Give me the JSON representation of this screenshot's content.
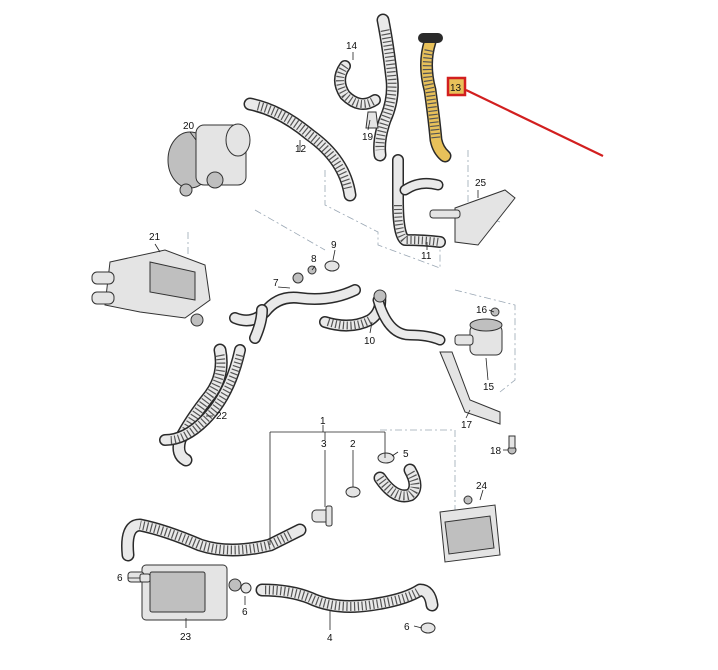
{
  "diagram": {
    "labels": [
      {
        "id": "1",
        "text": "1"
      },
      {
        "id": "2",
        "text": "2"
      },
      {
        "id": "3",
        "text": "3"
      },
      {
        "id": "4",
        "text": "4"
      },
      {
        "id": "5",
        "text": "5"
      },
      {
        "id": "6a",
        "text": "6"
      },
      {
        "id": "6b",
        "text": "6"
      },
      {
        "id": "6c",
        "text": "6"
      },
      {
        "id": "7",
        "text": "7"
      },
      {
        "id": "8",
        "text": "8"
      },
      {
        "id": "9",
        "text": "9"
      },
      {
        "id": "10",
        "text": "10"
      },
      {
        "id": "11",
        "text": "11"
      },
      {
        "id": "12",
        "text": "12"
      },
      {
        "id": "13",
        "text": "13"
      },
      {
        "id": "14",
        "text": "14"
      },
      {
        "id": "15",
        "text": "15"
      },
      {
        "id": "16",
        "text": "16"
      },
      {
        "id": "17",
        "text": "17"
      },
      {
        "id": "18",
        "text": "18"
      },
      {
        "id": "19",
        "text": "19"
      },
      {
        "id": "20",
        "text": "20"
      },
      {
        "id": "21",
        "text": "21"
      },
      {
        "id": "22",
        "text": "22"
      },
      {
        "id": "23",
        "text": "23"
      },
      {
        "id": "24",
        "text": "24"
      },
      {
        "id": "25",
        "text": "25"
      }
    ],
    "highlight": {
      "part": "13",
      "color": "#d21f1f",
      "fill": "#e8c15a"
    },
    "colors": {
      "line": "#222222",
      "hose_fill": "#e9e9e9",
      "dash": "#9aa7b4"
    }
  }
}
